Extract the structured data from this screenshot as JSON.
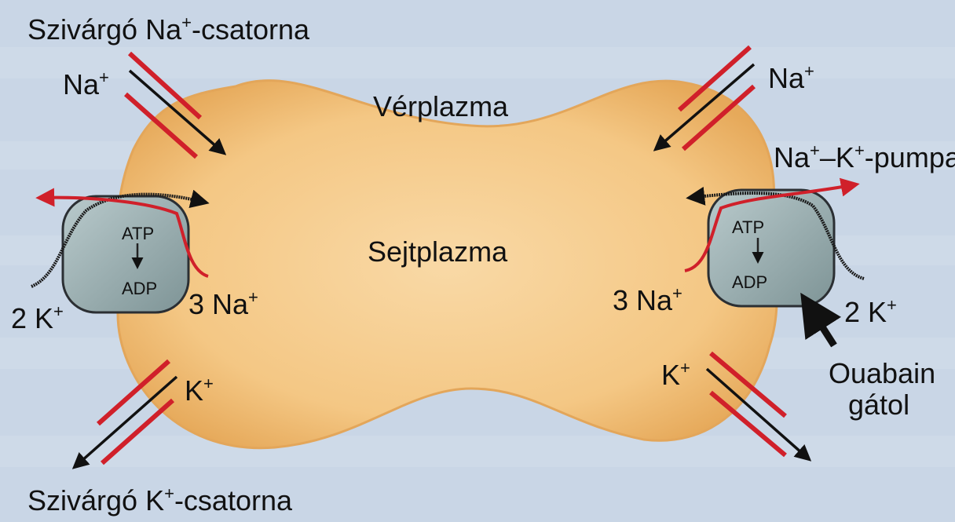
{
  "colors": {
    "background": "#c9d6e6",
    "cell_fill": "#f4c784",
    "cell_edge": "#e6ad5e",
    "channel_red": "#d0202a",
    "arrow_black": "#111111",
    "pump_fill": "#9fb3b5",
    "pump_edge": "#2b2f33"
  },
  "labels": {
    "na_leak_channel": "Szivárgó Na",
    "na_leak_channel_sup": "+",
    "na_leak_channel_suffix": "-csatorna",
    "k_leak_channel": "Szivárgó K",
    "k_leak_channel_sup": "+",
    "k_leak_channel_suffix": "-csatorna",
    "plasma": "Vérplazma",
    "cytoplasm": "Sejtplazma",
    "pump_name": "Na",
    "pump_name_sup1": "+",
    "pump_name_mid": "–K",
    "pump_name_sup2": "+",
    "pump_name_suffix": "-pumpa",
    "ouabain_line1": "Ouabain",
    "ouabain_line2": "gátol",
    "na": "Na",
    "k": "K",
    "plus": "+",
    "atp": "ATP",
    "adp": "ADP",
    "three_na": "3 Na",
    "two_k": "2 K"
  }
}
